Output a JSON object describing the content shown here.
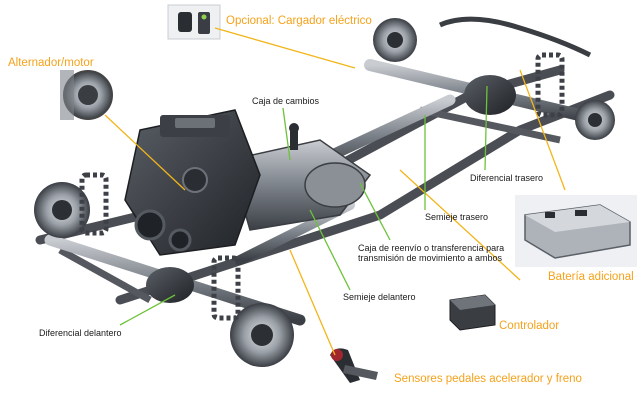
{
  "labels": {
    "charger": "Opcional: Cargador eléctrico",
    "alternator": "Alternador/motor",
    "gearbox": "Caja de cambios",
    "rear_differential": "Diferencial trasero",
    "rear_half_shaft": "Semieje trasero",
    "transfer_case_line1": "Caja de reenvío o transferencia para",
    "transfer_case_line2": "transmisión de movimiento a ambos",
    "battery": "Batería adicional",
    "front_half_shaft": "Semieje delantero",
    "controller": "Controlador",
    "front_differential": "Diferencial delantero",
    "pedal_sensors": "Sensores pedales acelerador y freno"
  },
  "colors": {
    "orange_label": "#f5a21b",
    "black_label": "#1a1a1a",
    "green_leader": "#6cc23a",
    "yellow_leader": "#f2b51a",
    "chassis_dark": "#3a3d42",
    "chassis_mid": "#6f747b",
    "chassis_light": "#b7bcc2"
  }
}
